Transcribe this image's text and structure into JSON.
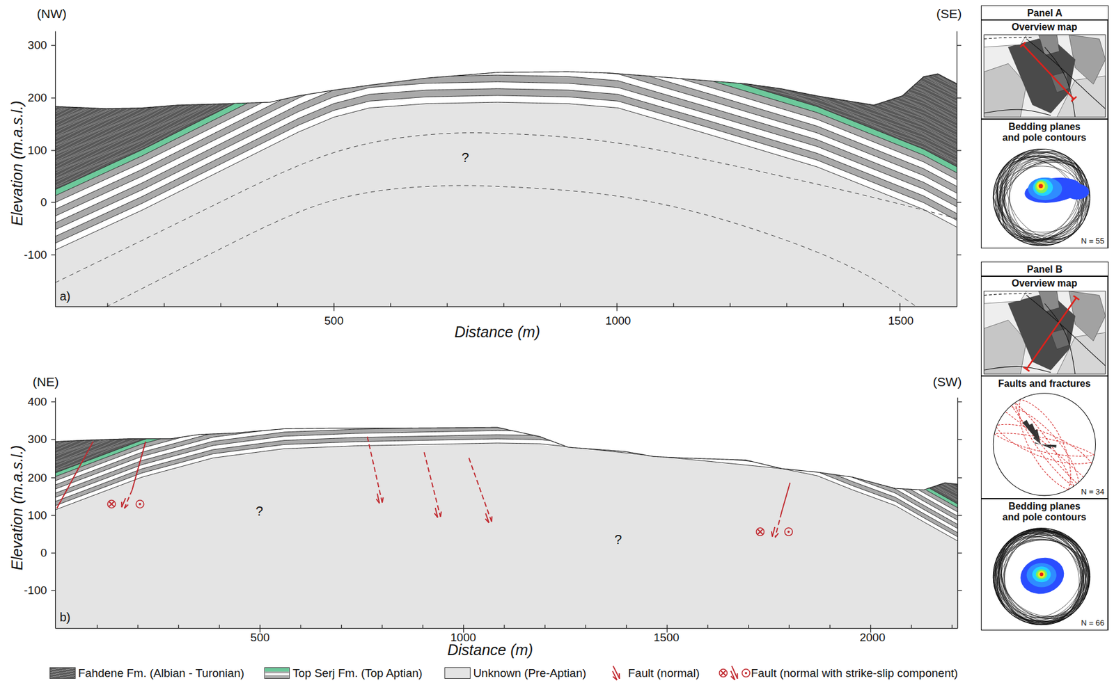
{
  "diagram": {
    "nodes": [
      {
        "text": [
          "Panel A"
        ]
      },
      {
        "text": [
          "Overview map"
        ],
        "in": 0
      },
      {
        "text": [
          "Bedding planes and pole contours",
          "N = 55"
        ],
        "in": 0
      },
      {
        "text": [
          "Panel B"
        ]
      },
      {
        "text": [
          "Overview map"
        ],
        "in": 3
      },
      {
        "text": [
          "Faults and fractures",
          "N = 34"
        ],
        "in": 3
      },
      {
        "text": [
          "Bedding planes and pole contours",
          "N = 66"
        ],
        "in": 3
      }
    ],
    "labels": [
      "(NW)",
      "(SE)",
      "300",
      "200",
      "100",
      "0",
      "-100",
      "Elevation (m.a.s.l.)",
      "?",
      "a)",
      "500",
      "1000",
      "1500",
      "Distance (m)",
      "(NE)",
      "(SW)",
      "400",
      "300",
      "200",
      "100",
      "0",
      "-100",
      "Elevation (m.a.s.l.)",
      "?",
      "?",
      "b)",
      "500",
      "1000",
      "1500",
      "2000",
      "Distance (m)"
    ],
    "legend": [
      {
        "text": "Fahdene Fm. (Albian - Turonian)",
        "color": "#5a5a5a"
      },
      {
        "text": "Top Serj Fm. (Top Aptian)",
        "color": "#6dc99b"
      },
      {
        "text": "Unknown (Pre-Aptian)",
        "color": "#e4e4e4"
      },
      {
        "text": "Fault (normal)"
      },
      {
        "text": "Fault (normal with strike-slip component)"
      }
    ]
  }
}
